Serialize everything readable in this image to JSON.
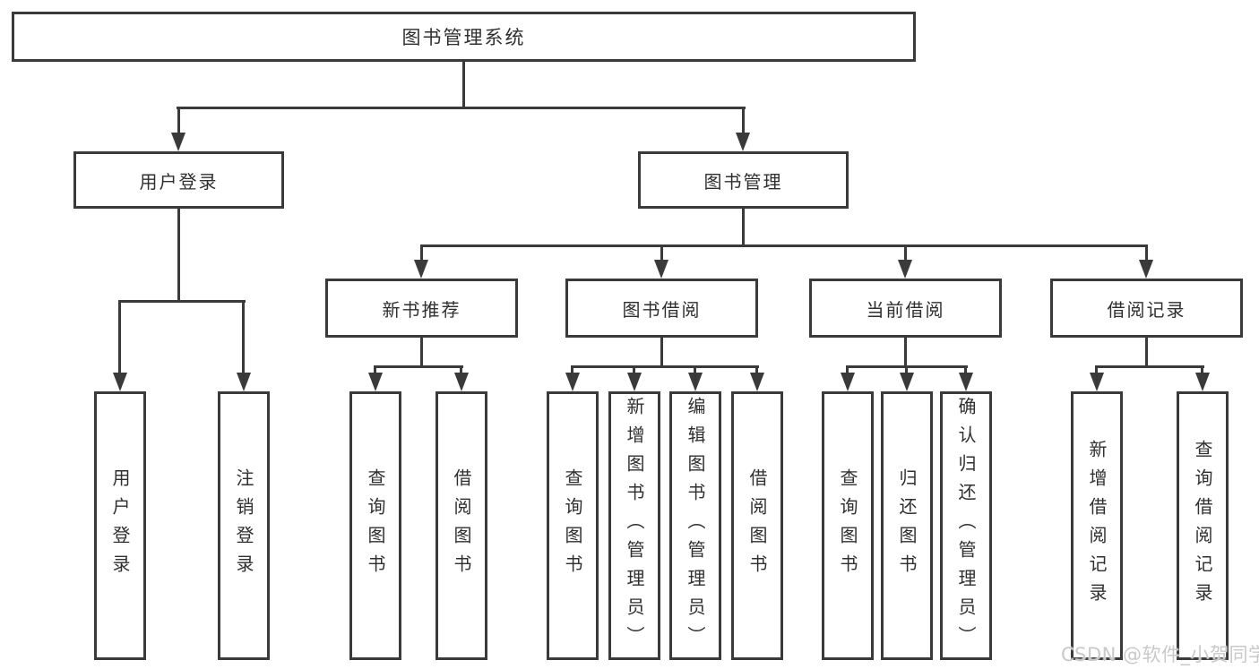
{
  "colors": {
    "line": "#3a3a3a",
    "box_border": "#3a3a3a",
    "text": "#2f2f2f",
    "background": "#ffffff",
    "watermark": "#c9c9c9"
  },
  "watermark": {
    "text": "CSDN @软件_小贺同学"
  },
  "tree": {
    "label": "图书管理系统",
    "children": [
      {
        "label": "用户登录",
        "children": [
          {
            "label": "用户登录"
          },
          {
            "label": "注销登录"
          }
        ]
      },
      {
        "label": "图书管理",
        "children": [
          {
            "label": "新书推荐",
            "children": [
              {
                "label": "查询图书"
              },
              {
                "label": "借阅图书"
              }
            ]
          },
          {
            "label": "图书借阅",
            "children": [
              {
                "label": "查询图书"
              },
              {
                "label": "新增图书（管理员）"
              },
              {
                "label": "编辑图书（管理员）"
              },
              {
                "label": "借阅图书"
              }
            ]
          },
          {
            "label": "当前借阅",
            "children": [
              {
                "label": "查询图书"
              },
              {
                "label": "归还图书"
              },
              {
                "label": "确认归还（管理员）"
              }
            ]
          },
          {
            "label": "借阅记录",
            "children": [
              {
                "label": "新增借阅记录"
              },
              {
                "label": "查询借阅记录"
              }
            ]
          }
        ]
      }
    ]
  }
}
